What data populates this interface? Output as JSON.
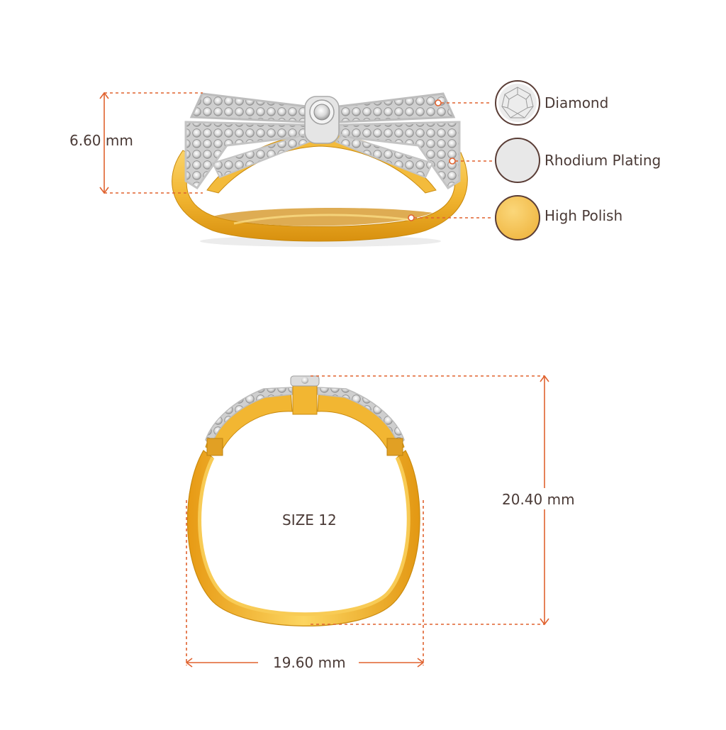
{
  "dimensions": {
    "height_top": "6.60 mm",
    "height_side": "20.40 mm",
    "width_side": "19.60 mm",
    "ring_size": "SIZE 12"
  },
  "legend": [
    {
      "label": "Diamond",
      "icon": "diamond-icon",
      "color": "#e9e9e9"
    },
    {
      "label": "Rhodium Plating",
      "icon": "rhodium-swatch",
      "color": "#e6e6e6"
    },
    {
      "label": "High Polish",
      "icon": "gold-swatch",
      "color": "#f5c350"
    }
  ],
  "colors": {
    "dimension_line": "#e0622f",
    "gold": "#f2b632",
    "gold_dark": "#d58f10",
    "silver": "#e4e4e4",
    "swatch_border": "#5a3d36",
    "text": "#4a3a36"
  }
}
